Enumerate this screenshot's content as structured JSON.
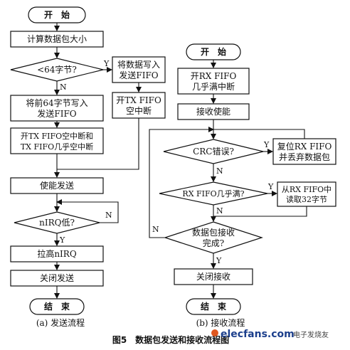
{
  "left": {
    "start": "开　始",
    "calc": "计算数据包大小",
    "decision": "<64字节?",
    "write_send_1": "将数据写入",
    "write_send_2": "发送FIFO",
    "tx_empty_1": "开TX FIFO",
    "tx_empty_2": "空中断",
    "write64_1": "将前64字节写入",
    "write64_2": "发送FIFO",
    "open_int_1": "开TX FIFO空中断和",
    "open_int_2": "TX FIFO几乎空中断",
    "enable_send": "使能发送",
    "nirq": "nIRQ低?",
    "raise": "拉高nIRQ",
    "close_send": "关闭发送",
    "end": "结　束",
    "caption": "(a) 发送流程"
  },
  "right": {
    "start": "开　始",
    "rx_int_1": "开RX FIFO",
    "rx_int_2": "几乎满中断",
    "enable_recv": "接收使能",
    "crc": "CRC错误?",
    "reset_1": "复位RX FIFO",
    "reset_2": "并丢弃数据包",
    "rx_full": "RX FIFO几乎满?",
    "read_1": "从RX FIFO中",
    "read_2": "读取32字节",
    "done_1": "数据包接收",
    "done_2": "完成?",
    "close_recv": "关闭接收",
    "end": "结　束",
    "caption": "(b) 接收流程"
  },
  "labels": {
    "y": "Y",
    "n": "N"
  },
  "figure_caption": "图5　数据包发送和接收流程图",
  "watermark": {
    "brand": "elecfans.com",
    "cn": "电子发烧友"
  }
}
